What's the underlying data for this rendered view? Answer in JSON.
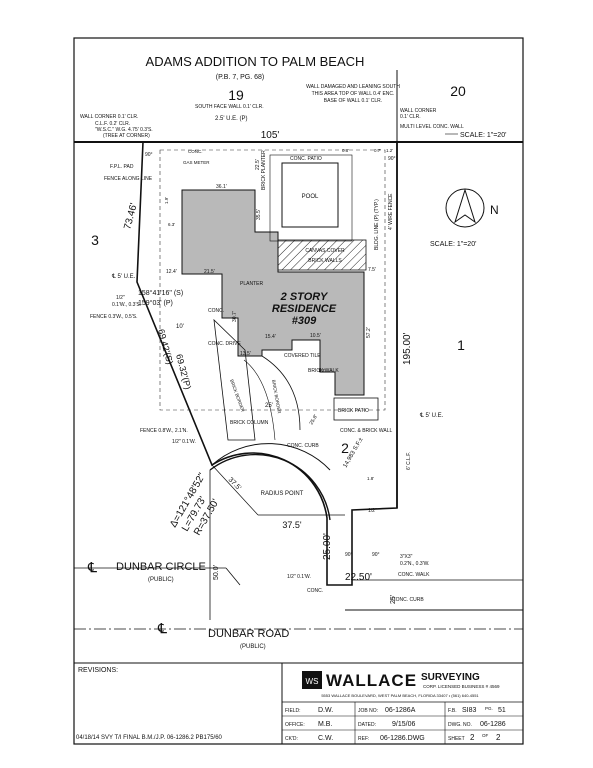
{
  "title": "ADAMS ADDITION TO PALM BEACH",
  "plat_ref": "(P.B. 7, PG. 68)",
  "lots": {
    "top_left": "19",
    "top_right": "20",
    "left": "3",
    "right": "1",
    "subject": "2"
  },
  "residence": {
    "line1": "2 STORY",
    "line2": "RESIDENCE",
    "number": "#309"
  },
  "area": "14,983 S.F.±",
  "scale_top": "SCALE: 1\"=20'",
  "scale_north": "SCALE: 1\"=20'",
  "north_letter": "N",
  "bearings": {
    "angle_s": "158°41'16\" (S)",
    "angle_p": "159°03' (P)",
    "line_69_42": "69.42'(S)",
    "line_69_32": "69.32'(P)",
    "north_side": "105'",
    "east_side": "195.00'",
    "west_side": "73.46'",
    "curve_delta": "Δ=121°48'52\"",
    "curve_length": "L=79.73'",
    "curve_radius": "R=37.50'",
    "radius_point": "RADIUS POINT",
    "radius_37_5a": "37.5'",
    "radius_37_5b": "37.5'",
    "south_25": "25.00'",
    "south_22_5": "22.50'",
    "dim_50": "50.0'",
    "dim_25": "25'"
  },
  "notes": {
    "wall_damaged": "WALL DAMAGED AND LEANING SOUTH",
    "wall_damaged2": "THIS AREA TOP OF WALL 0.4' ENC.",
    "wall_damaged3": "BASE OF WALL 0.1' CLR.",
    "wall_corner_left": "WALL CORNER 0.1' CLR.",
    "clf_left": "C.L.F. 0.2' CLR.",
    "wsc": "\"W.S.C.\" W.G. 4.75' 0.3'S.",
    "tree": "(TREE AT CORNER)",
    "south_face_wall": "SOUTH FACE WALL 0.1' CLR.",
    "ue_top": "2.5' U.E. (P)",
    "wall_corner_right": "WALL CORNER",
    "wall_corner_right2": "0.1' CLR.",
    "multi_level": "MULTI LEVEL CONC. WALL",
    "fpl_pad": "F.P.L. PAD",
    "fence_along": "FENCE ALONG LINE",
    "gas_meter": "GAS METER",
    "conc_a": "CONC.",
    "conc_patio": "CONC. PATIO",
    "pool": "POOL",
    "brick_planter": "BRICK PLANTER",
    "bldg_line": "BLDG. LINE (P) (TYP.)",
    "four_ft_fence": "4' WIRE FENCE",
    "canvas_cover": "CANVAS COVER",
    "brick_walls": "BRICK WALLS",
    "ue_left": "℄ 5' U.E.",
    "ue_right": "℄ 5' U.E.",
    "half_inch": "1/2\"",
    "offset_1": "0.1'W., 0.3'S.",
    "fence_03w": "FENCE 0.3'W., 0.5'S.",
    "planter": "PLANTER",
    "conc_b": "CONC.",
    "conc_drive": "CONC. DRIVE",
    "covered_tile": "COVERED TILE",
    "brick_walk": "BRICK WALK",
    "brick_border_a": "BRICK BORDER",
    "brick_border_b": "BRICK BORDER",
    "brick_patio": "BRICK PATIO",
    "conc_brick_wall": "CONC. & BRICK WALL",
    "fence_08w": "FENCE 0.8'W., 2.1'N.",
    "half_01w": "1/2\" 0.1'W.",
    "brick_column": "BRICK COLUMN",
    "conc_curb": "CONC. CURB",
    "six_clf": "6' C.L.F.",
    "half_sw": "1/2\"",
    "three_by_three": "3\"X3\"",
    "offset_02n": "0.2'N., 0.3'W.",
    "conc_walk": "CONC. WALK",
    "half_01w_b": "1/2\" 0.1'W.",
    "conc_c": "CONC.",
    "conc_curb_b": "CONC. CURB",
    "dim_361": "36.1'",
    "dim_225": "22.5'",
    "dim_355": "35.5'",
    "dim_215": "21.5'",
    "dim_124": "12.4'",
    "dim_307": "30.7'",
    "dim_572": "57.2'",
    "dim_154": "15.4'",
    "dim_135": "13.5'",
    "dim_105": "10.5'",
    "dim_75": "7.5'",
    "dim_258": "25.8'",
    "dim_25b": "25'",
    "dim_10": "10'",
    "dim_19": "1.9'",
    "dim_08": "0.8'",
    "dim_07": "0.7'",
    "dim_12": "1.2'",
    "dim_13": "1.3'",
    "dim_18": "1.8'",
    "dim_63": "6.3'",
    "dim_90a": "90°",
    "dim_90b": "90°",
    "dim_90c": "90°",
    "dim_90d": "90°"
  },
  "roads": {
    "circle": "DUNBAR CIRCLE",
    "circle_public": "(PUBLIC)",
    "road": "DUNBAR ROAD",
    "road_public": "(PUBLIC)",
    "cl1": "℄",
    "cl2": "℄"
  },
  "revisions_label": "REVISIONS:",
  "revision_entry": "04/18/14 SVY T/I FINAL B.M./J.P. 06-1286.2 PB175/60",
  "company": {
    "name": "WALLACE",
    "name2": "SURVEYING",
    "corp": "CORP. LICENSED BUSINESS # 4569",
    "address": "5553 WALLACE BOULEVARD, WEST PALM BEACH, FLORIDA 33407 • (561) 640-4551",
    "logo": "WS"
  },
  "title_block": {
    "field_label": "FIELD:",
    "field_val": "D.W.",
    "job_label": "JOB NO:",
    "job_val": "06-1286A",
    "fb_label": "F.B.",
    "fb_val": "SI83",
    "pg_label": "PG.",
    "pg_val": "51",
    "office_label": "OFFICE:",
    "office_val": "M.B.",
    "dated_label": "DATED:",
    "dated_val": "9/15/06",
    "dwg_label": "DWG. NO.",
    "dwg_val": "06-1286",
    "ckd_label": "CK'D:",
    "ckd_val": "C.W.",
    "ref_label": "REF:",
    "ref_val": "06-1286.DWG",
    "sheet_label": "SHEET",
    "sheet_val": "2",
    "of_label": "OF",
    "of_val": "2"
  }
}
